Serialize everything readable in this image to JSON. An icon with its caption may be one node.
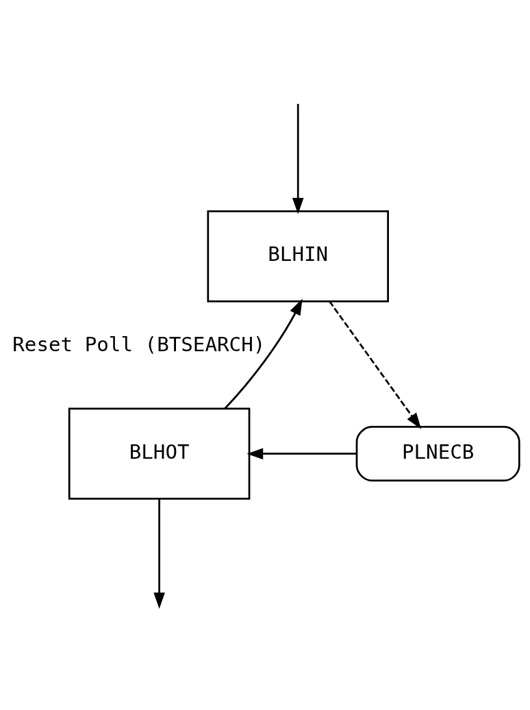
{
  "diagram": {
    "nodes": [
      {
        "text": [
          "BLHIN"
        ]
      },
      {
        "text": [
          "BLHOT"
        ]
      },
      {
        "text": [
          "PLNECB"
        ]
      }
    ],
    "edges": [
      {
        "from": null,
        "to": 0,
        "arrow": "to"
      },
      {
        "from": 1,
        "to": 0,
        "arrow": "to",
        "label": "Reset Poll (BTSEARCH)"
      },
      {
        "from": 0,
        "to": 2,
        "arrow": "to",
        "style": "dashed"
      },
      {
        "from": 2,
        "to": 1,
        "arrow": "to"
      },
      {
        "from": 1,
        "to": null,
        "arrow": "to"
      }
    ]
  }
}
